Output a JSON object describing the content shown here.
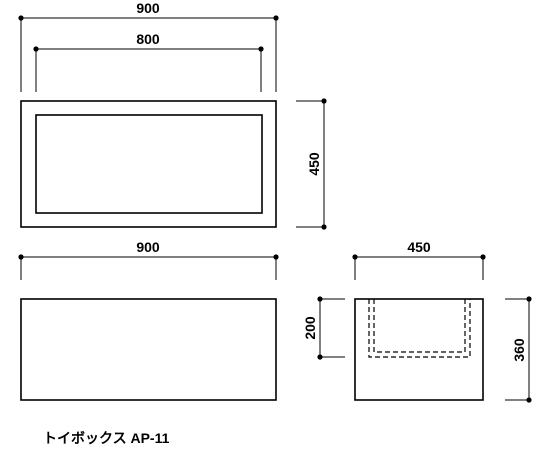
{
  "dimensions": {
    "top_overall_width": "900",
    "top_inner_width": "800",
    "top_depth": "450",
    "front_width": "900",
    "side_width": "450",
    "side_inner_depth": "200",
    "side_height": "360"
  },
  "caption": "トイボックス AP-11"
}
